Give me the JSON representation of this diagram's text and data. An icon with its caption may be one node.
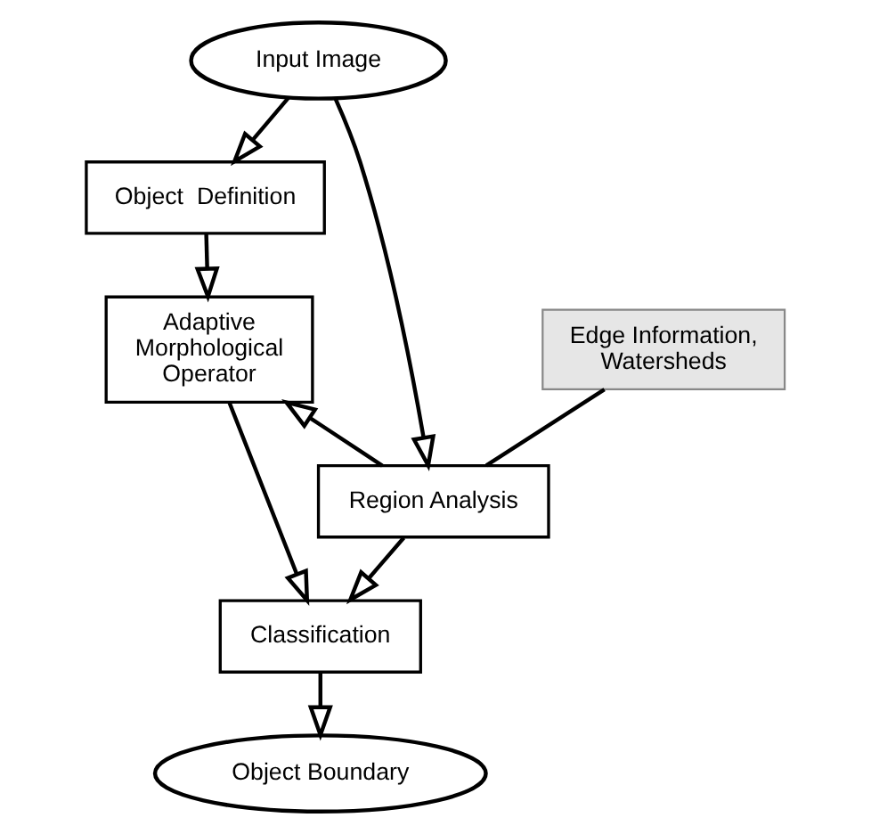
{
  "diagram": {
    "nodes": [
      {
        "text": [
          "Input Image"
        ]
      },
      {
        "text": [
          "Object  Definition"
        ]
      },
      {
        "text": [
          "Region Analysis"
        ]
      },
      {
        "text": [
          "Adaptive Morphological Operator"
        ]
      },
      {
        "text": [
          "Classification"
        ]
      },
      {
        "text": [
          "Object Boundary"
        ]
      },
      {
        "text": [
          "Edge Information, Watersheds"
        ]
      }
    ],
    "edges": [
      {
        "from": 0,
        "to": 1,
        "arrow": "to"
      },
      {
        "from": 0,
        "to": 2,
        "arrow": "to"
      },
      {
        "from": 1,
        "to": 3,
        "arrow": "to"
      },
      {
        "from": 2,
        "to": 3,
        "arrow": "to"
      },
      {
        "from": 2,
        "to": 4,
        "arrow": "to"
      },
      {
        "from": 3,
        "to": 4,
        "arrow": "to"
      },
      {
        "from": 4,
        "to": 5,
        "arrow": "to"
      },
      {
        "from": 6,
        "to": 2,
        "arrow": "none"
      }
    ]
  }
}
